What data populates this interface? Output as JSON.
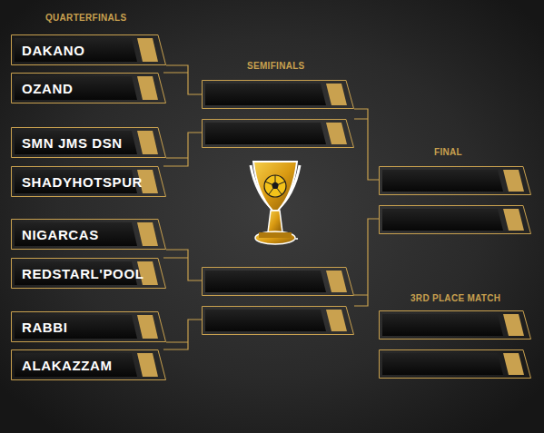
{
  "diagram": {
    "nodes": [
      {
        "text": [
          "DAKANO"
        ]
      },
      {
        "text": [
          "OZAND"
        ]
      },
      {
        "text": [
          "SMN JMS DSN"
        ]
      },
      {
        "text": [
          "SHADYHOTSPUR"
        ]
      },
      {
        "text": [
          "NIGARCAS"
        ]
      },
      {
        "text": [
          "REDSTARL'POOL"
        ]
      },
      {
        "text": [
          "RABBI"
        ]
      },
      {
        "text": [
          "ALAKAZZAM"
        ]
      }
    ],
    "labels": [
      "QUARTERFINALS",
      "SEMIFINALS",
      "FINAL",
      "3RD PLACE MATCH"
    ]
  }
}
